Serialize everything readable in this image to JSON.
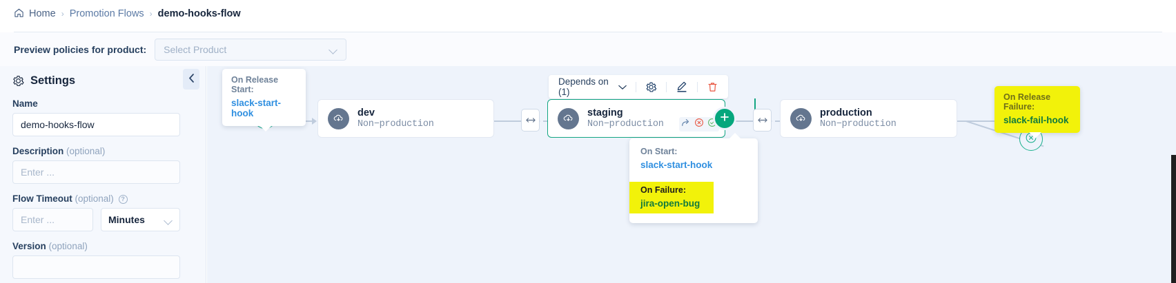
{
  "breadcrumb": {
    "home": "Home",
    "section": "Promotion Flows",
    "current": "demo-hooks-flow",
    "separator": "›",
    "home_icon": "home-icon"
  },
  "preview": {
    "label": "Preview policies for product:",
    "select_placeholder": "Select Product"
  },
  "settings": {
    "title": "Settings",
    "gear_icon": "gear-icon",
    "collapse_icon": "chevron-left-icon",
    "fields": {
      "name_label": "Name",
      "name_value": "demo-hooks-flow",
      "description_label": "Description",
      "description_optional": "(optional)",
      "description_placeholder": "Enter ...",
      "timeout_label": "Flow Timeout",
      "timeout_optional": "(optional)",
      "timeout_placeholder": "Enter ...",
      "timeout_unit": "Minutes",
      "version_label": "Version",
      "version_optional": "(optional)"
    }
  },
  "toolbar": {
    "depends_label": "Depends on (1)",
    "chevron_icon": "chevron-down-icon",
    "settings_icon": "gear-icon",
    "edit_icon": "pencil-icon",
    "delete_icon": "trash-icon"
  },
  "flow": {
    "nodes": [
      {
        "name": "dev",
        "type": "Non−production",
        "icon": "cloud-download-icon"
      },
      {
        "name": "staging",
        "type": "Non−production",
        "icon": "cloud-download-icon"
      },
      {
        "name": "production",
        "type": "Non−production",
        "icon": "cloud-download-icon"
      }
    ],
    "start_icon": "arrow-release-start-icon",
    "end_icon": "circle-x-icon",
    "add_icon": "plus-circle-icon",
    "gate_icon": "gate-icon",
    "node_actions": [
      "share-icon",
      "circle-x-icon",
      "circle-check-icon"
    ]
  },
  "tooltips": {
    "release_start": {
      "label": "On Release Start:",
      "value": "slack-start-hook"
    },
    "staging_start": {
      "label": "On Start:",
      "value": "slack-start-hook"
    },
    "staging_failure": {
      "label": "On Failure:",
      "value": "jira-open-bug"
    },
    "release_failure": {
      "label": "On Release Failure:",
      "value": "slack-fail-hook"
    }
  },
  "colors": {
    "accent_green": "#06a77d",
    "link_blue": "#2f8fe0",
    "highlight_yellow": "#f2f20a",
    "danger_red": "#e8543f"
  }
}
